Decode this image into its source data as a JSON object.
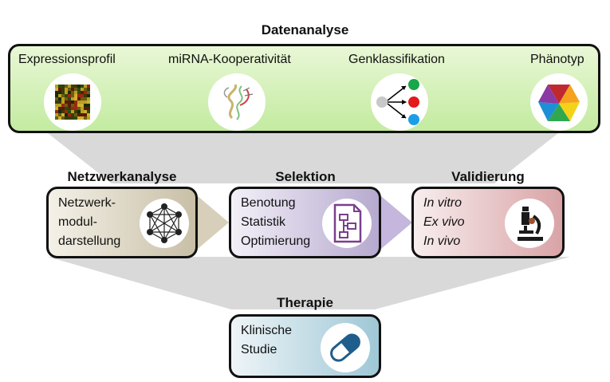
{
  "top": {
    "title": "Datenanalyse",
    "items": [
      {
        "label": "Expressionsprofil",
        "icon": "heatmap-icon"
      },
      {
        "label": "miRNA-Kooperativität",
        "icon": "rna-structure-icon"
      },
      {
        "label": "Genklassifikation",
        "icon": "classification-icon"
      },
      {
        "label": "Phänotyp",
        "icon": "color-wheel-icon"
      }
    ]
  },
  "middle": [
    {
      "title": "Netzwerkanalyse",
      "lines": [
        "Netzwerk-",
        "modul-",
        "darstellung"
      ],
      "icon": "network-icon",
      "italic": false
    },
    {
      "title": "Selektion",
      "lines": [
        "Benotung",
        "Statistik",
        "Optimierung"
      ],
      "icon": "flowchart-document-icon",
      "italic": false
    },
    {
      "title": "Validierung",
      "lines": [
        "In vitro",
        "Ex vivo",
        "In vivo"
      ],
      "icon": "microscope-icon",
      "italic": true
    }
  ],
  "bottom": {
    "title": "Therapie",
    "lines": [
      "Klinische",
      "Studie"
    ],
    "icon": "capsule-icon"
  },
  "colors": {
    "top_fill": "#c3eba0",
    "funnel_gray": "#d9d9d9",
    "mid1": "#c8bfa6",
    "mid2": "#b6a9cf",
    "mid3": "#d9a3a6",
    "bottom": "#9fc7d6",
    "capsule": "#1f5d8c"
  }
}
